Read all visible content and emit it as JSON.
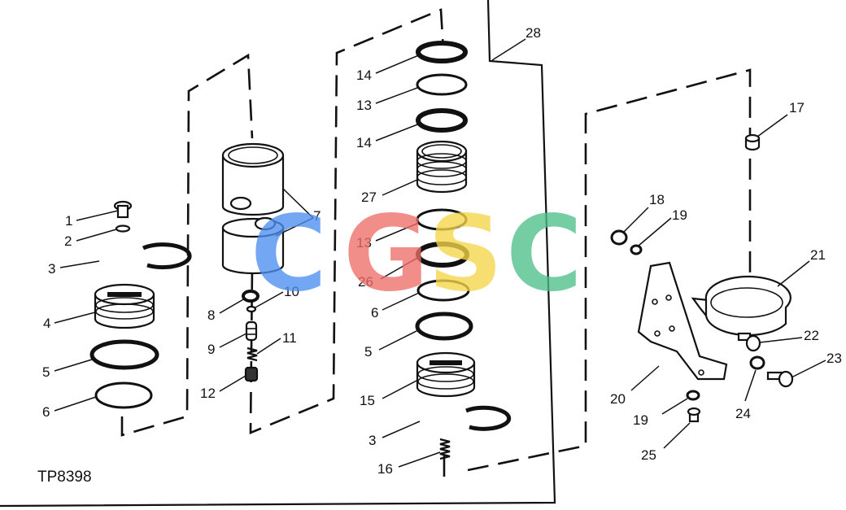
{
  "figure_code": "TP8398",
  "watermark": {
    "letters": [
      {
        "text": "C",
        "color": "#4d8ff0"
      },
      {
        "text": "G",
        "color": "#ef6f6a"
      },
      {
        "text": "S",
        "color": "#f6d54a"
      },
      {
        "text": "C",
        "color": "#4fbf8a"
      }
    ]
  },
  "callouts": [
    "1",
    "2",
    "3",
    "4",
    "5",
    "6",
    "7",
    "8",
    "10",
    "9",
    "11",
    "12",
    "28",
    "14",
    "13",
    "14",
    "27",
    "13",
    "26",
    "6",
    "5",
    "15",
    "3",
    "16",
    "17",
    "18",
    "19",
    "21",
    "22",
    "23",
    "20",
    "19",
    "24",
    "25"
  ]
}
